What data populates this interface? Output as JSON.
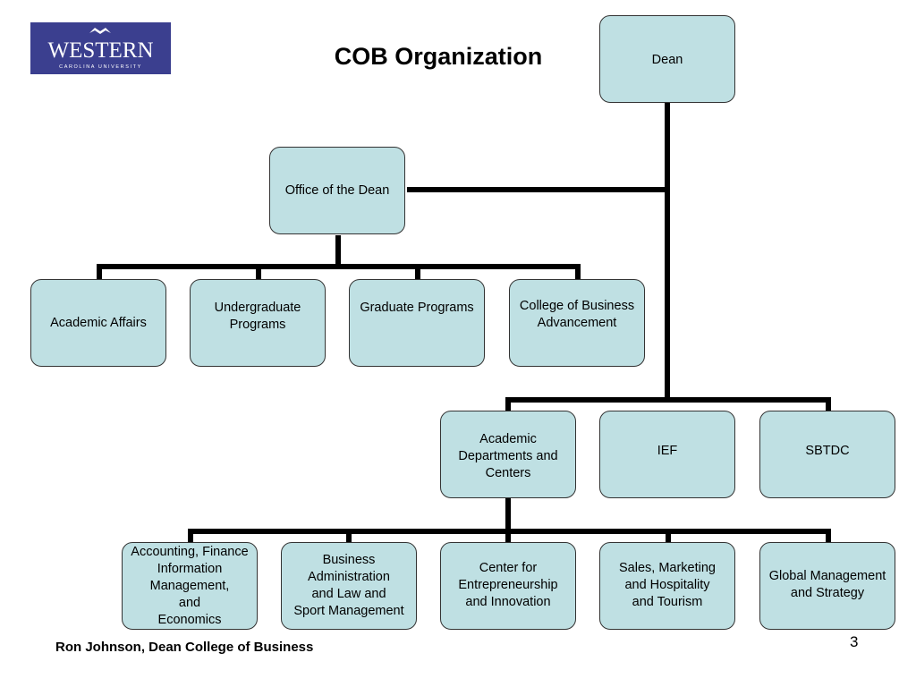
{
  "logo": {
    "text": "WESTERN",
    "subtext": "CAROLINA UNIVERSITY"
  },
  "title": "COB Organization",
  "boxes": {
    "dean": "Dean",
    "office": "Office of the Dean",
    "academic_affairs": "Academic Affairs",
    "undergrad": "Undergraduate\nPrograms",
    "graduate": "Graduate Programs",
    "cob_adv": "College of Business\nAdvancement",
    "academic_depts": "Academic\nDepartments and\nCenters",
    "ief": "IEF",
    "sbtdc": "SBTDC",
    "accounting": "Accounting, Finance\nInformation\nManagement,\nand\nEconomics",
    "business_admin": "Business\nAdministration\nand Law and\nSport Management",
    "entrepreneurship": "Center for\nEntrepreneurship\nand Innovation",
    "sales": "Sales, Marketing\nand Hospitality\nand Tourism",
    "global": "Global Management\nand Strategy"
  },
  "footer": "Ron Johnson, Dean College of Business",
  "page_number": "3",
  "colors": {
    "box_fill": "#bfe0e3",
    "logo_bg": "#3b3f8f",
    "line": "#000000"
  }
}
